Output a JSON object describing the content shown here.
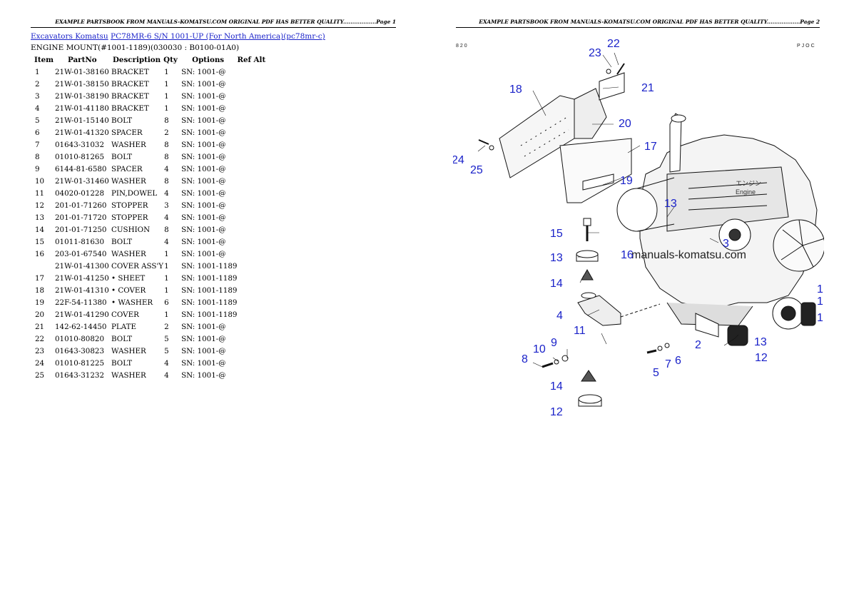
{
  "header": {
    "page1": "EXAMPLE PARTSBOOK FROM MANUALS-KOMATSU.COM ORIGINAL PDF HAS BETTER QUALITY..................Page 1",
    "page2": "EXAMPLE PARTSBOOK FROM MANUALS-KOMATSU.COM ORIGINAL PDF HAS BETTER QUALITY..................Page 2"
  },
  "breadcrumb": {
    "link1": "Excavators Komatsu",
    "link2": "PC78MR-6 S/N 1001-UP (For North America)(pc78mr-c)"
  },
  "subheading": "ENGINE MOUNT(#1001-1189)(030030 : B0100-01A0)",
  "table": {
    "headers": {
      "item": "Item",
      "partno": "PartNo",
      "description": "Description",
      "qty": "Qty",
      "options": "Options",
      "refalt": "Ref Alt"
    },
    "rows": [
      {
        "item": "1",
        "partno": "21W-01-38160",
        "desc": "BRACKET",
        "qty": "1",
        "options": "SN: 1001-@"
      },
      {
        "item": "2",
        "partno": "21W-01-38150",
        "desc": "BRACKET",
        "qty": "1",
        "options": "SN: 1001-@"
      },
      {
        "item": "3",
        "partno": "21W-01-38190",
        "desc": "BRACKET",
        "qty": "1",
        "options": "SN: 1001-@"
      },
      {
        "item": "4",
        "partno": "21W-01-41180",
        "desc": "BRACKET",
        "qty": "1",
        "options": "SN: 1001-@"
      },
      {
        "item": "5",
        "partno": "21W-01-15140",
        "desc": "BOLT",
        "qty": "8",
        "options": "SN: 1001-@"
      },
      {
        "item": "6",
        "partno": "21W-01-41320",
        "desc": "SPACER",
        "qty": "2",
        "options": "SN: 1001-@"
      },
      {
        "item": "7",
        "partno": "01643-31032",
        "desc": "WASHER",
        "qty": "8",
        "options": "SN: 1001-@"
      },
      {
        "item": "8",
        "partno": "01010-81265",
        "desc": "BOLT",
        "qty": "8",
        "options": "SN: 1001-@"
      },
      {
        "item": "9",
        "partno": "6144-81-6580",
        "desc": "SPACER",
        "qty": "4",
        "options": "SN: 1001-@"
      },
      {
        "item": "10",
        "partno": "21W-01-31460",
        "desc": "WASHER",
        "qty": "8",
        "options": "SN: 1001-@"
      },
      {
        "item": "11",
        "partno": "04020-01228",
        "desc": "PIN,DOWEL",
        "qty": "4",
        "options": "SN: 1001-@"
      },
      {
        "item": "12",
        "partno": "201-01-71260",
        "desc": "STOPPER",
        "qty": "3",
        "options": "SN: 1001-@"
      },
      {
        "item": "13",
        "partno": "201-01-71720",
        "desc": "STOPPER",
        "qty": "4",
        "options": "SN: 1001-@"
      },
      {
        "item": "14",
        "partno": "201-01-71250",
        "desc": "CUSHION",
        "qty": "8",
        "options": "SN: 1001-@"
      },
      {
        "item": "15",
        "partno": "01011-81630",
        "desc": "BOLT",
        "qty": "4",
        "options": "SN: 1001-@"
      },
      {
        "item": "16",
        "partno": "203-01-67540",
        "desc": "WASHER",
        "qty": "1",
        "options": "SN: 1001-@"
      },
      {
        "item": "",
        "partno": "21W-01-41300",
        "desc": "COVER ASS'Y",
        "qty": "1",
        "options": "SN: 1001-1189"
      },
      {
        "item": "17",
        "partno": "21W-01-41250",
        "desc": "• SHEET",
        "qty": "1",
        "options": "SN: 1001-1189"
      },
      {
        "item": "18",
        "partno": "21W-01-41310",
        "desc": "• COVER",
        "qty": "1",
        "options": "SN: 1001-1189"
      },
      {
        "item": "19",
        "partno": "22F-54-11380",
        "desc": "• WASHER",
        "qty": "6",
        "options": "SN: 1001-1189"
      },
      {
        "item": "20",
        "partno": "21W-01-41290",
        "desc": "COVER",
        "qty": "1",
        "options": "SN: 1001-1189"
      },
      {
        "item": "21",
        "partno": "142-62-14450",
        "desc": "PLATE",
        "qty": "2",
        "options": "SN: 1001-@"
      },
      {
        "item": "22",
        "partno": "01010-80820",
        "desc": "BOLT",
        "qty": "5",
        "options": "SN: 1001-@"
      },
      {
        "item": "23",
        "partno": "01643-30823",
        "desc": "WASHER",
        "qty": "5",
        "options": "SN: 1001-@"
      },
      {
        "item": "24",
        "partno": "01010-81225",
        "desc": "BOLT",
        "qty": "4",
        "options": "SN: 1001-@"
      },
      {
        "item": "25",
        "partno": "01643-31232",
        "desc": "WASHER",
        "qty": "4",
        "options": "SN: 1001-@"
      }
    ]
  },
  "diagram": {
    "corner_left": "820",
    "corner_right": "PJOC",
    "watermark": "manuals-komatsu.com",
    "engine_label_jp": "エンジン",
    "engine_label": "Engine",
    "callouts": {
      "c22": "22",
      "c23": "23",
      "c21": "21",
      "c18": "18",
      "c20": "20",
      "c17": "17",
      "c24": "24",
      "c25": "25",
      "c19": "19",
      "c13a": "13",
      "c3": "3",
      "c15": "15",
      "c13b": "13",
      "c16": "16",
      "c14a": "14",
      "c4": "4",
      "c11": "11",
      "c9": "9",
      "c10": "10",
      "c8": "8",
      "c2": "2",
      "c13c": "13",
      "c12a": "12",
      "c7": "7",
      "c6": "6",
      "c5": "5",
      "c14b": "14",
      "c12b": "12",
      "c1a": "1",
      "c1b": "1",
      "c1c": "1"
    }
  }
}
